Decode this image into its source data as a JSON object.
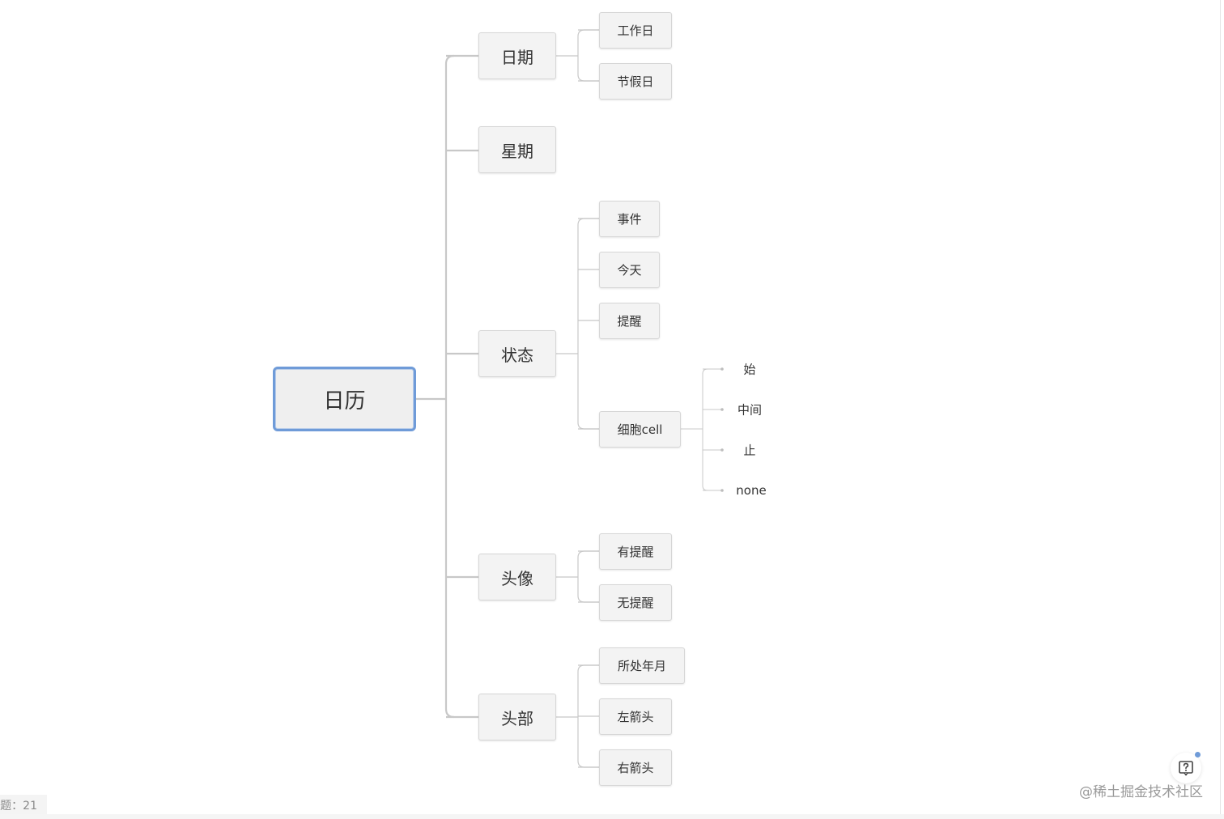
{
  "mindmap": {
    "root": "日历",
    "branches": [
      {
        "label": "日期",
        "children": [
          "工作日",
          "节假日"
        ]
      },
      {
        "label": "星期",
        "children": []
      },
      {
        "label": "状态",
        "children": [
          "事件",
          "今天",
          "提醒",
          "细胞cell"
        ]
      },
      {
        "label": "头像",
        "children": [
          "有提醒",
          "无提醒"
        ]
      },
      {
        "label": "头部",
        "children": [
          "所处年月",
          "左箭头",
          "右箭头"
        ]
      }
    ],
    "cell_states": [
      "始",
      "中间",
      "止",
      "none"
    ]
  },
  "status_bar": {
    "topic_count": "题：21"
  },
  "watermark": "@稀土掘金技术社区",
  "colors": {
    "connector": "#c8c8c8",
    "root_border": "#6f9bd8",
    "node_fill": "#f3f3f3"
  },
  "icons": {
    "help": "help-question-icon"
  }
}
